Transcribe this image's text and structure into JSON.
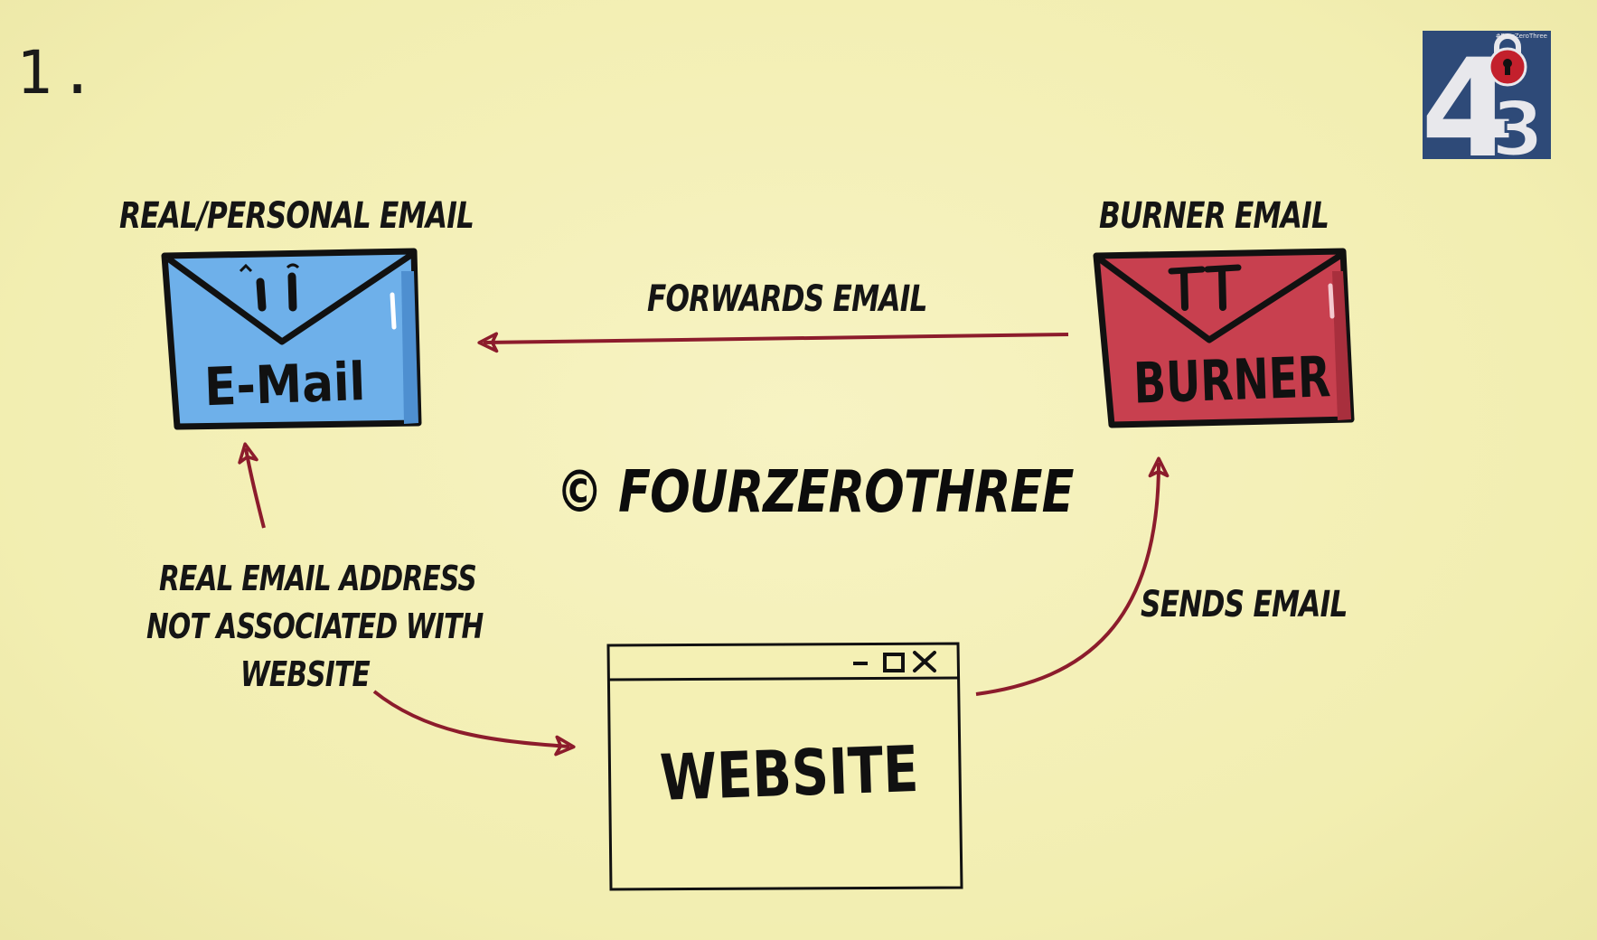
{
  "step_number": "1.",
  "logo": {
    "digit_main": "4",
    "digit_small": "3",
    "tagline": "#FourZeroThree",
    "colors": {
      "background": "#2e4a78",
      "digit": "#e8e8ec",
      "lock": "#c3202c"
    }
  },
  "nodes": {
    "personal_email": {
      "title": "REAL/PERSONAL EMAIL",
      "envelope_text": "E-Mail",
      "color": "#6eb0ea"
    },
    "burner_email": {
      "title": "BURNER EMAIL",
      "envelope_text": "BURNER",
      "color": "#c8404f"
    },
    "website": {
      "label": "WEBSITE",
      "window_controls": "- ▢ ✕"
    }
  },
  "edges": {
    "forwards": "FORWARDS EMAIL",
    "sends": "SENDS EMAIL",
    "real_address_lines": [
      "REAL EMAIL ADDRESS",
      "NOT ASSOCIATED WITH",
      "WEBSITE"
    ]
  },
  "watermark": "© FOURZEROTHREE",
  "colors": {
    "arrow": "#8c1c2c",
    "ink": "#151515",
    "paper": "#f4f0b4"
  }
}
